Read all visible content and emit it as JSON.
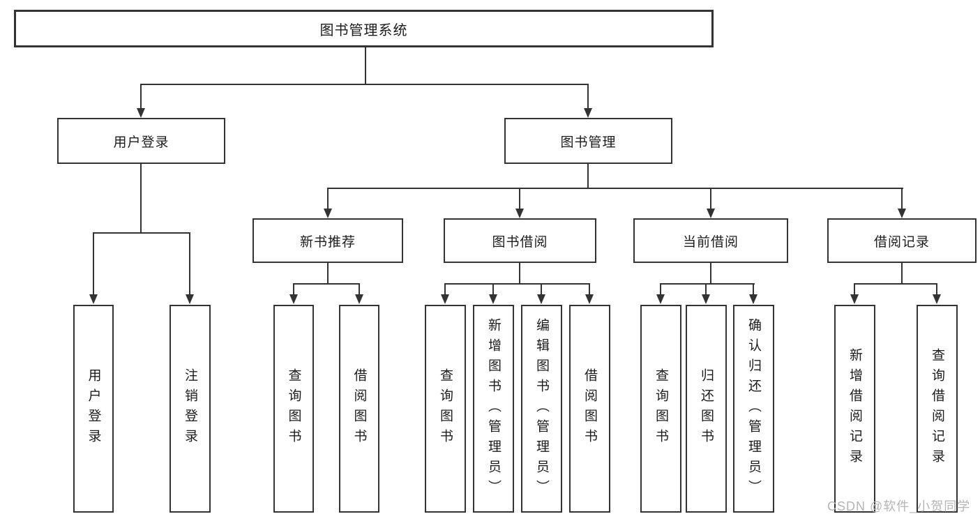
{
  "diagram": {
    "type": "tree",
    "title": "图书管理系统",
    "colors": {
      "line": "#333333",
      "box_border": "#333333",
      "text": "#1c1c1c",
      "background": "#ffffff",
      "watermark": "#b5b5b5"
    }
  },
  "tree": {
    "root": {
      "label": "图书管理系统",
      "children": [
        {
          "label": "用户登录",
          "children": [
            {
              "label": "用户登录"
            },
            {
              "label": "注销登录"
            }
          ]
        },
        {
          "label": "图书管理",
          "children": [
            {
              "label": "新书推荐",
              "children": [
                {
                  "label": "查询图书"
                },
                {
                  "label": "借阅图书"
                }
              ]
            },
            {
              "label": "图书借阅",
              "children": [
                {
                  "label": "查询图书"
                },
                {
                  "label": "新增图书（管理员）"
                },
                {
                  "label": "编辑图书（管理员）"
                },
                {
                  "label": "借阅图书"
                }
              ]
            },
            {
              "label": "当前借阅",
              "children": [
                {
                  "label": "查询图书"
                },
                {
                  "label": "归还图书"
                },
                {
                  "label": "确认归还（管理员）"
                }
              ]
            },
            {
              "label": "借阅记录",
              "children": [
                {
                  "label": "新增借阅记录"
                },
                {
                  "label": "查询借阅记录"
                }
              ]
            }
          ]
        }
      ]
    }
  },
  "watermark": {
    "text": "CSDN @软件_小贺同学"
  }
}
